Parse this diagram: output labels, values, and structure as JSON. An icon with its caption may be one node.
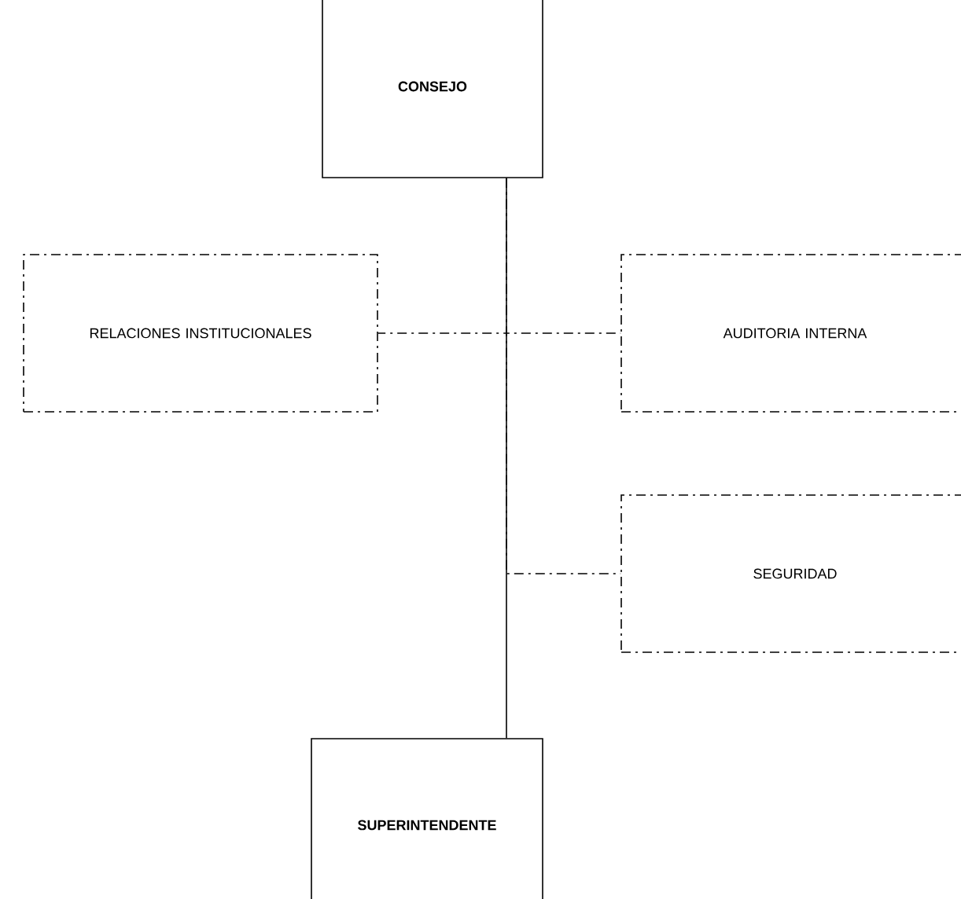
{
  "diagram": {
    "nodes": [
      {
        "text": [
          "CONSEJO"
        ]
      },
      {
        "text": [
          "RELACIONES INSTITUCIONALES"
        ]
      },
      {
        "text": [
          "AUDITORIA INTERNA"
        ]
      },
      {
        "text": [
          "SEGURIDAD"
        ]
      },
      {
        "text": [
          "SUPERINTENDENTE"
        ]
      }
    ],
    "edges": [
      {
        "from": 0,
        "to": 4,
        "arrow": "none"
      },
      {
        "from": 0,
        "to": 1,
        "arrow": "none",
        "style": "dashed"
      },
      {
        "from": 0,
        "to": 2,
        "arrow": "none",
        "style": "dashed"
      },
      {
        "from": 0,
        "to": 3,
        "arrow": "none",
        "style": "dashed"
      }
    ]
  }
}
